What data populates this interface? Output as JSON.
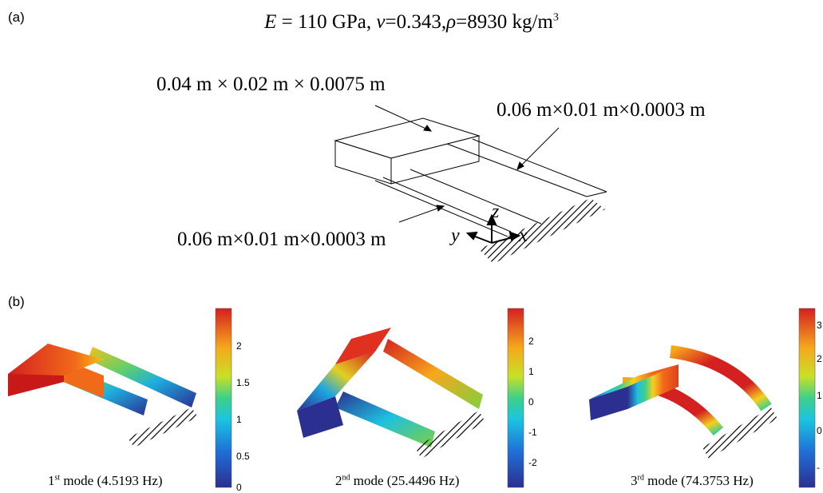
{
  "panel_a": {
    "tag": "(a)",
    "material": {
      "E_sym": "E",
      "E_val": " = 110 GPa,",
      "nu_sym": "ν",
      "nu_val": "=0.343,",
      "rho_sym": "ρ",
      "rho_val": "=8930 kg/m",
      "rho_exp": "3"
    },
    "block_dims": "0.04 m × 0.02 m × 0.0075 m",
    "beam_dims_right": "0.06 m×0.01 m×0.0003 m",
    "beam_dims_left": "0.06 m×0.01 m×0.0003 m",
    "axes": {
      "x": "x",
      "y": "y",
      "z": "z"
    }
  },
  "panel_b": {
    "tag": "(b)",
    "modes": [
      {
        "ordinal": "1",
        "suffix": "st",
        "caption": " mode (4.5193 Hz)",
        "colorbar_ticks": [
          "2",
          "1.5",
          "1",
          "0.5",
          "0"
        ]
      },
      {
        "ordinal": "2",
        "suffix": "nd",
        "caption": " mode (25.4496 Hz)",
        "colorbar_ticks": [
          "2",
          "1",
          "0",
          "-1",
          "-2"
        ]
      },
      {
        "ordinal": "3",
        "suffix": "rd",
        "caption": " mode (74.3753 Hz)",
        "colorbar_ticks": [
          "3",
          "2",
          "1",
          "0",
          "-"
        ]
      }
    ]
  },
  "colors": {
    "jet_low": "#2b2f8f",
    "jet_mid": "#00c0a0",
    "jet_high": "#d42020",
    "hatch": "#000000"
  }
}
